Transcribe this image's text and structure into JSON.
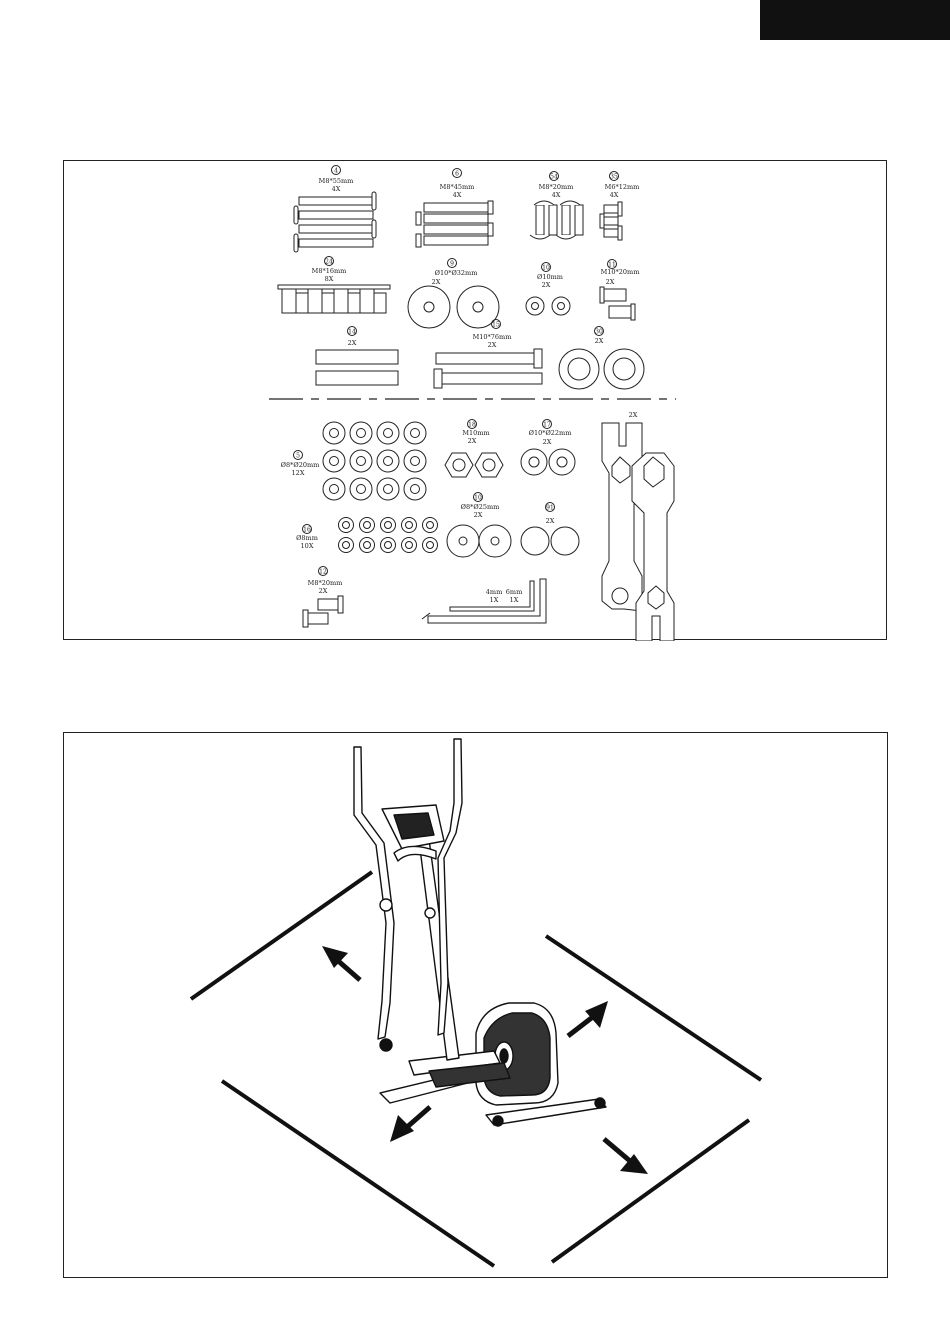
{
  "page": {
    "tab_color": "#111111"
  },
  "hardware_parts": [
    {
      "num": "4",
      "size": "M8*55mm",
      "qty": "4X"
    },
    {
      "num": "6",
      "size": "M8*45mm",
      "qty": "4X"
    },
    {
      "num": "54",
      "size": "M8*20mm",
      "qty": "4X"
    },
    {
      "num": "35",
      "size": "M6*12mm",
      "qty": "4X"
    },
    {
      "num": "24",
      "size": "M8*16mm",
      "qty": "8X"
    },
    {
      "num": "9",
      "size": "Ø10*Ø32mm",
      "qty": "2X"
    },
    {
      "num": "10",
      "size": "Ø10mm",
      "qty": "2X"
    },
    {
      "num": "11",
      "size": "M10*20mm",
      "qty": "2X"
    },
    {
      "num": "14",
      "size": "",
      "qty": "2X"
    },
    {
      "num": "15",
      "size": "M10*76mm",
      "qty": "2X"
    },
    {
      "num": "30",
      "size": "",
      "qty": "2X"
    },
    {
      "num": "5",
      "size": "Ø8*Ø20mm",
      "qty": "12X"
    },
    {
      "num": "18",
      "size": "M10mm",
      "qty": "2X"
    },
    {
      "num": "17",
      "size": "Ø10*Ø22mm",
      "qty": "2X"
    },
    {
      "num": "16",
      "size": "Ø8mm",
      "qty": "10X"
    },
    {
      "num": "10",
      "size": "Ø8*Ø25mm",
      "qty": "2X"
    },
    {
      "num": "91",
      "size": "",
      "qty": "2X"
    },
    {
      "num": "12",
      "size": "M8*20mm",
      "qty": "2X"
    }
  ],
  "tools": {
    "wrench_qty": "2X",
    "allen_keys": [
      {
        "size": "4mm",
        "qty": "1X"
      },
      {
        "size": "6mm",
        "qty": "1X"
      }
    ]
  }
}
